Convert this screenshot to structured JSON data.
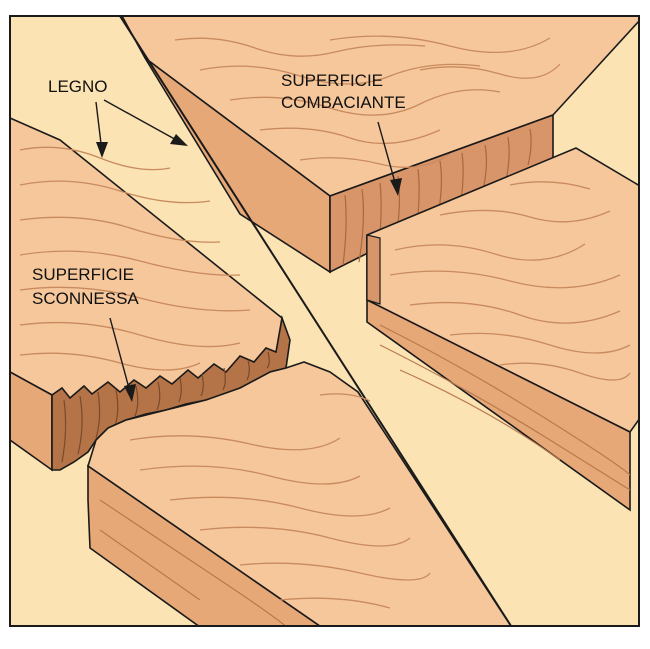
{
  "labels": {
    "legno": "LEGNO",
    "surface_mating_line1": "SUPERFICIE",
    "surface_mating_line2": "COMBACIANTE",
    "surface_disjoint_line1": "SUPERFICIE",
    "surface_disjoint_line2": "SCONNESSA"
  },
  "colors": {
    "background": "#FBE3B3",
    "frame": "#1a1a1a",
    "wood_top": "#F5C79B",
    "wood_side": "#E7A877",
    "wood_end": "#D9956A",
    "wood_dark": "#7A4A2A",
    "grain": "#C98A5E",
    "text": "#111111"
  }
}
